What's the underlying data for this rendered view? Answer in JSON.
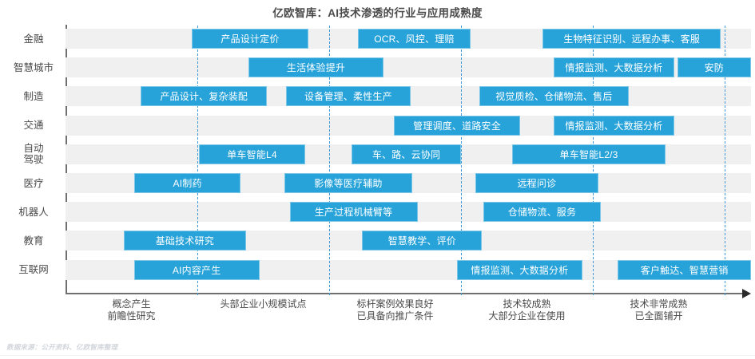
{
  "title": "亿欧智库：AI技术渗透的行业与应用成熟度",
  "source_note": "数据来源：公开资料、亿欧智库整理",
  "colors": {
    "bar_fill": "#27a3da",
    "bar_border": "#7cc6e8",
    "row_band": "#f0f0f0",
    "axis": "#6f6f6f",
    "gridline": "#3c9bd6",
    "text": "#4a4a4a",
    "bar_text": "#ffffff"
  },
  "chart_data": {
    "type": "bar",
    "title": "亿欧智库：AI技术渗透的行业与应用成熟度",
    "xlabel": "",
    "ylabel": "",
    "orientation": "horizontal",
    "grid": true,
    "legend": "none",
    "xlim": [
      0,
      5
    ],
    "x_stage_labels": [
      "概念产生\n前瞻性研究",
      "头部企业小规模试点",
      "标杆案例效果良好\n已具备向推广条件",
      "技术较成熟\n大部分企业在使用",
      "技术非常成熟\n已全面铺开"
    ],
    "categories": [
      "金融",
      "智慧城市",
      "制造",
      "交通",
      "自动\n驾驶",
      "医疗",
      "机器人",
      "教育",
      "互联网"
    ],
    "rows": [
      {
        "category": "金融",
        "bars": [
          {
            "label": "产品设计定价",
            "start": 0.955,
            "end": 1.845
          },
          {
            "label": "OCR、风控、理赔",
            "start": 2.22,
            "end": 3.07
          },
          {
            "label": "生物特征识别、远程办事、客服",
            "start": 3.62,
            "end": 4.97
          }
        ]
      },
      {
        "category": "智慧城市",
        "bars": [
          {
            "label": "生活体验提升",
            "start": 1.39,
            "end": 2.41
          },
          {
            "label": "情报监测、大数据分析",
            "start": 3.7,
            "end": 4.62
          },
          {
            "label": "安防",
            "start": 4.64,
            "end": 5.2
          }
        ]
      },
      {
        "category": "制造",
        "bars": [
          {
            "label": "产品设计、复杂装配",
            "start": 0.57,
            "end": 1.53
          },
          {
            "label": "设备管理、柔性生产",
            "start": 1.67,
            "end": 2.62
          },
          {
            "label": "视觉质检、仓储物流、售后",
            "start": 3.14,
            "end": 4.27
          }
        ]
      },
      {
        "category": "交通",
        "bars": [
          {
            "label": "管理调度、道路安全",
            "start": 2.49,
            "end": 3.45
          },
          {
            "label": "情报监测、大数据分析",
            "start": 3.7,
            "end": 4.62
          }
        ]
      },
      {
        "category": "自动\n驾驶",
        "bars": [
          {
            "label": "单车智能L4",
            "start": 1.01,
            "end": 1.82
          },
          {
            "label": "车、路、云协同",
            "start": 2.17,
            "end": 3.0
          },
          {
            "label": "单车智能L2/3",
            "start": 3.39,
            "end": 4.55
          }
        ]
      },
      {
        "category": "医疗",
        "bars": [
          {
            "label": "AI制药",
            "start": 0.52,
            "end": 1.33
          },
          {
            "label": "影像等医疗辅助",
            "start": 1.66,
            "end": 2.63
          },
          {
            "label": "远程问诊",
            "start": 3.11,
            "end": 4.04
          }
        ]
      },
      {
        "category": "机器人",
        "bars": [
          {
            "label": "生产过程机械臂等",
            "start": 1.7,
            "end": 2.67
          },
          {
            "label": "仓储物流、服务",
            "start": 3.17,
            "end": 4.06
          }
        ]
      },
      {
        "category": "教育",
        "bars": [
          {
            "label": "基础技术研究",
            "start": 0.44,
            "end": 1.37
          },
          {
            "label": "智慧教学、评价",
            "start": 2.25,
            "end": 3.16
          }
        ]
      },
      {
        "category": "互联网",
        "bars": [
          {
            "label": "AI内容产生",
            "start": 0.52,
            "end": 1.47
          },
          {
            "label": "情报监测、大数据分析",
            "start": 2.97,
            "end": 3.92
          },
          {
            "label": "客户触达、智慧营销",
            "start": 4.19,
            "end": 5.2
          }
        ]
      }
    ]
  }
}
